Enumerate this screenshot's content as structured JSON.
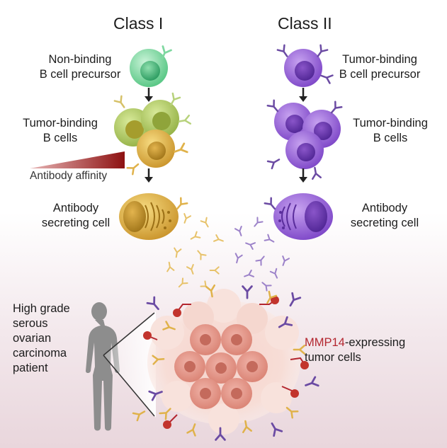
{
  "headers": {
    "class1": "Class I",
    "class2": "Class II"
  },
  "left": {
    "precursor": [
      "Non-binding",
      "B cell precursor"
    ],
    "bcells": [
      "Tumor-binding",
      "B cells"
    ],
    "affinity": "Antibody affinity",
    "secreting": [
      "Antibody",
      "secreting cell"
    ]
  },
  "right": {
    "precursor": [
      "Tumor-binding",
      "B cell precursor"
    ],
    "bcells": [
      "Tumor-binding",
      "B cells"
    ],
    "secreting": [
      "Antibody",
      "secreting cell"
    ]
  },
  "patient": [
    "High grade",
    "serous",
    "ovarian",
    "carcinoma",
    "patient"
  ],
  "tumor": {
    "marker": "MMP14",
    "rest": "-expressing",
    "line2": "tumor cells"
  },
  "colors": {
    "class1_antibody": "#e0b24a",
    "class2_antibody": "#6b4ba3",
    "precursor_green": "#7fd8a0",
    "tumor_marker": "#b3262f"
  }
}
